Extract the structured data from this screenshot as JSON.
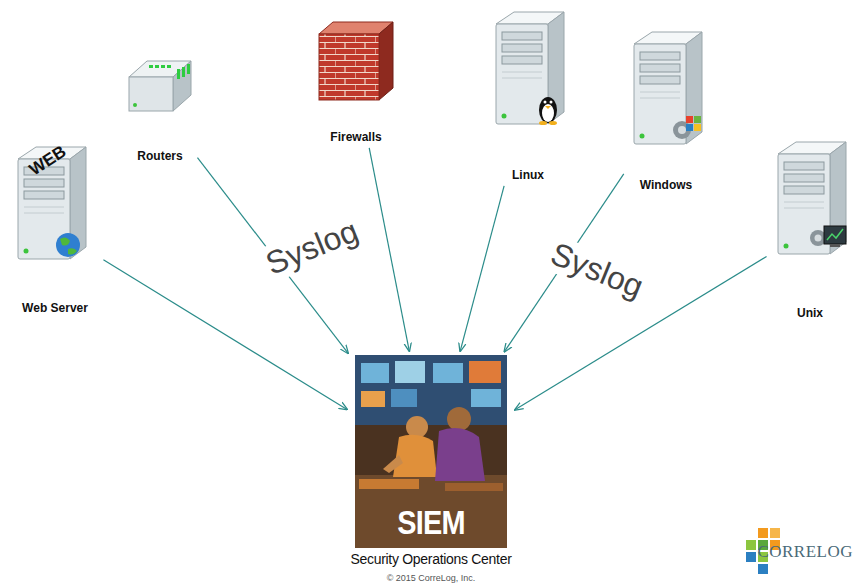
{
  "diagram": {
    "nodes": [
      {
        "text": [
          "WEB",
          "Web Server"
        ]
      },
      {
        "text": [
          "Routers"
        ]
      },
      {
        "text": [
          "Firewalls"
        ]
      },
      {
        "text": [
          "Linux"
        ]
      },
      {
        "text": [
          "Windows"
        ]
      },
      {
        "text": [
          "Unix"
        ]
      },
      {
        "text": [
          "SIEM",
          "Security Operations Center"
        ]
      }
    ],
    "edges": [
      {
        "from": 0,
        "to": 6,
        "arrow": "to"
      },
      {
        "from": 1,
        "to": 6,
        "arrow": "to"
      },
      {
        "from": 2,
        "to": 6,
        "arrow": "to"
      },
      {
        "from": 3,
        "to": 6,
        "arrow": "to"
      },
      {
        "from": 4,
        "to": 6,
        "arrow": "to"
      },
      {
        "from": 5,
        "to": 6,
        "arrow": "to"
      }
    ],
    "labels": [
      "Syslog",
      "Syslog",
      "© 2015 CorreLog, Inc.",
      "CORRELOG"
    ]
  }
}
